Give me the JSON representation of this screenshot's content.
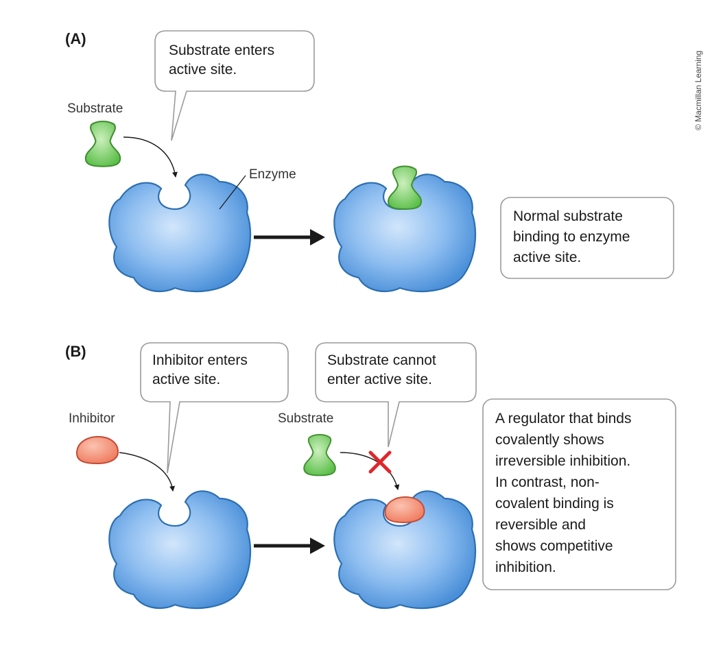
{
  "copyright": "© Macmillan Learning",
  "colors": {
    "enzyme": "#4a8fd8",
    "substrate": "#5cbf4a",
    "inhibitor": "#ef7a5e",
    "block_mark": "#e0262b",
    "arrow": "#1a1a1a"
  },
  "panel_a": {
    "label": "(A)",
    "bubble_lines": [
      "Substrate enters",
      "active site."
    ],
    "substrate_label": "Substrate",
    "enzyme_label": "Enzyme",
    "box_lines": [
      "Normal substrate",
      "binding to enzyme",
      "active site."
    ]
  },
  "panel_b": {
    "label": "(B)",
    "bubble1_lines": [
      "Inhibitor enters",
      "active site."
    ],
    "bubble2_lines": [
      "Substrate cannot",
      "enter active site."
    ],
    "inhibitor_label": "Inhibitor",
    "substrate_label": "Substrate",
    "box_lines": [
      "A regulator that binds",
      "covalently shows",
      "irreversible inhibition.",
      "In contrast, non-",
      "covalent binding is",
      "reversible and",
      "shows competitive",
      "inhibition."
    ]
  }
}
